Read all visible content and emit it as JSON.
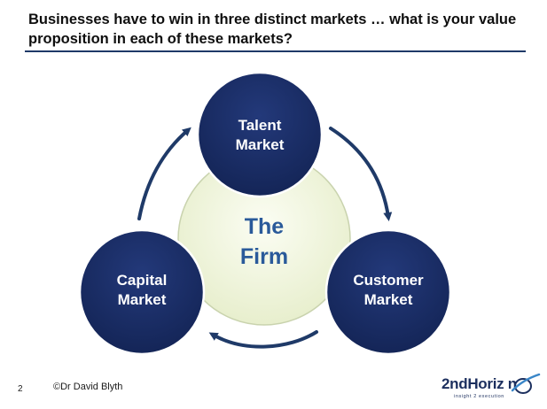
{
  "title": "Businesses have to win in three distinct markets … what is your value proposition in each of these markets?",
  "diagram": {
    "center": {
      "line1": "The",
      "line2": "Firm"
    },
    "talent": {
      "line1": "Talent",
      "line2": "Market"
    },
    "customer": {
      "line1": "Customer",
      "line2": "Market"
    },
    "capital": {
      "line1": "Capital",
      "line2": "Market"
    }
  },
  "colors": {
    "market_fill": "#182c63",
    "firm_fill": "#f1f6df",
    "firm_text": "#2a5a9a",
    "arrow": "#1f3a68"
  },
  "footer": {
    "page_number": "2",
    "copyright": "©Dr David Blyth"
  },
  "logo": {
    "name": "2ndHoriz  n",
    "tagline": "insight 2 execution"
  }
}
